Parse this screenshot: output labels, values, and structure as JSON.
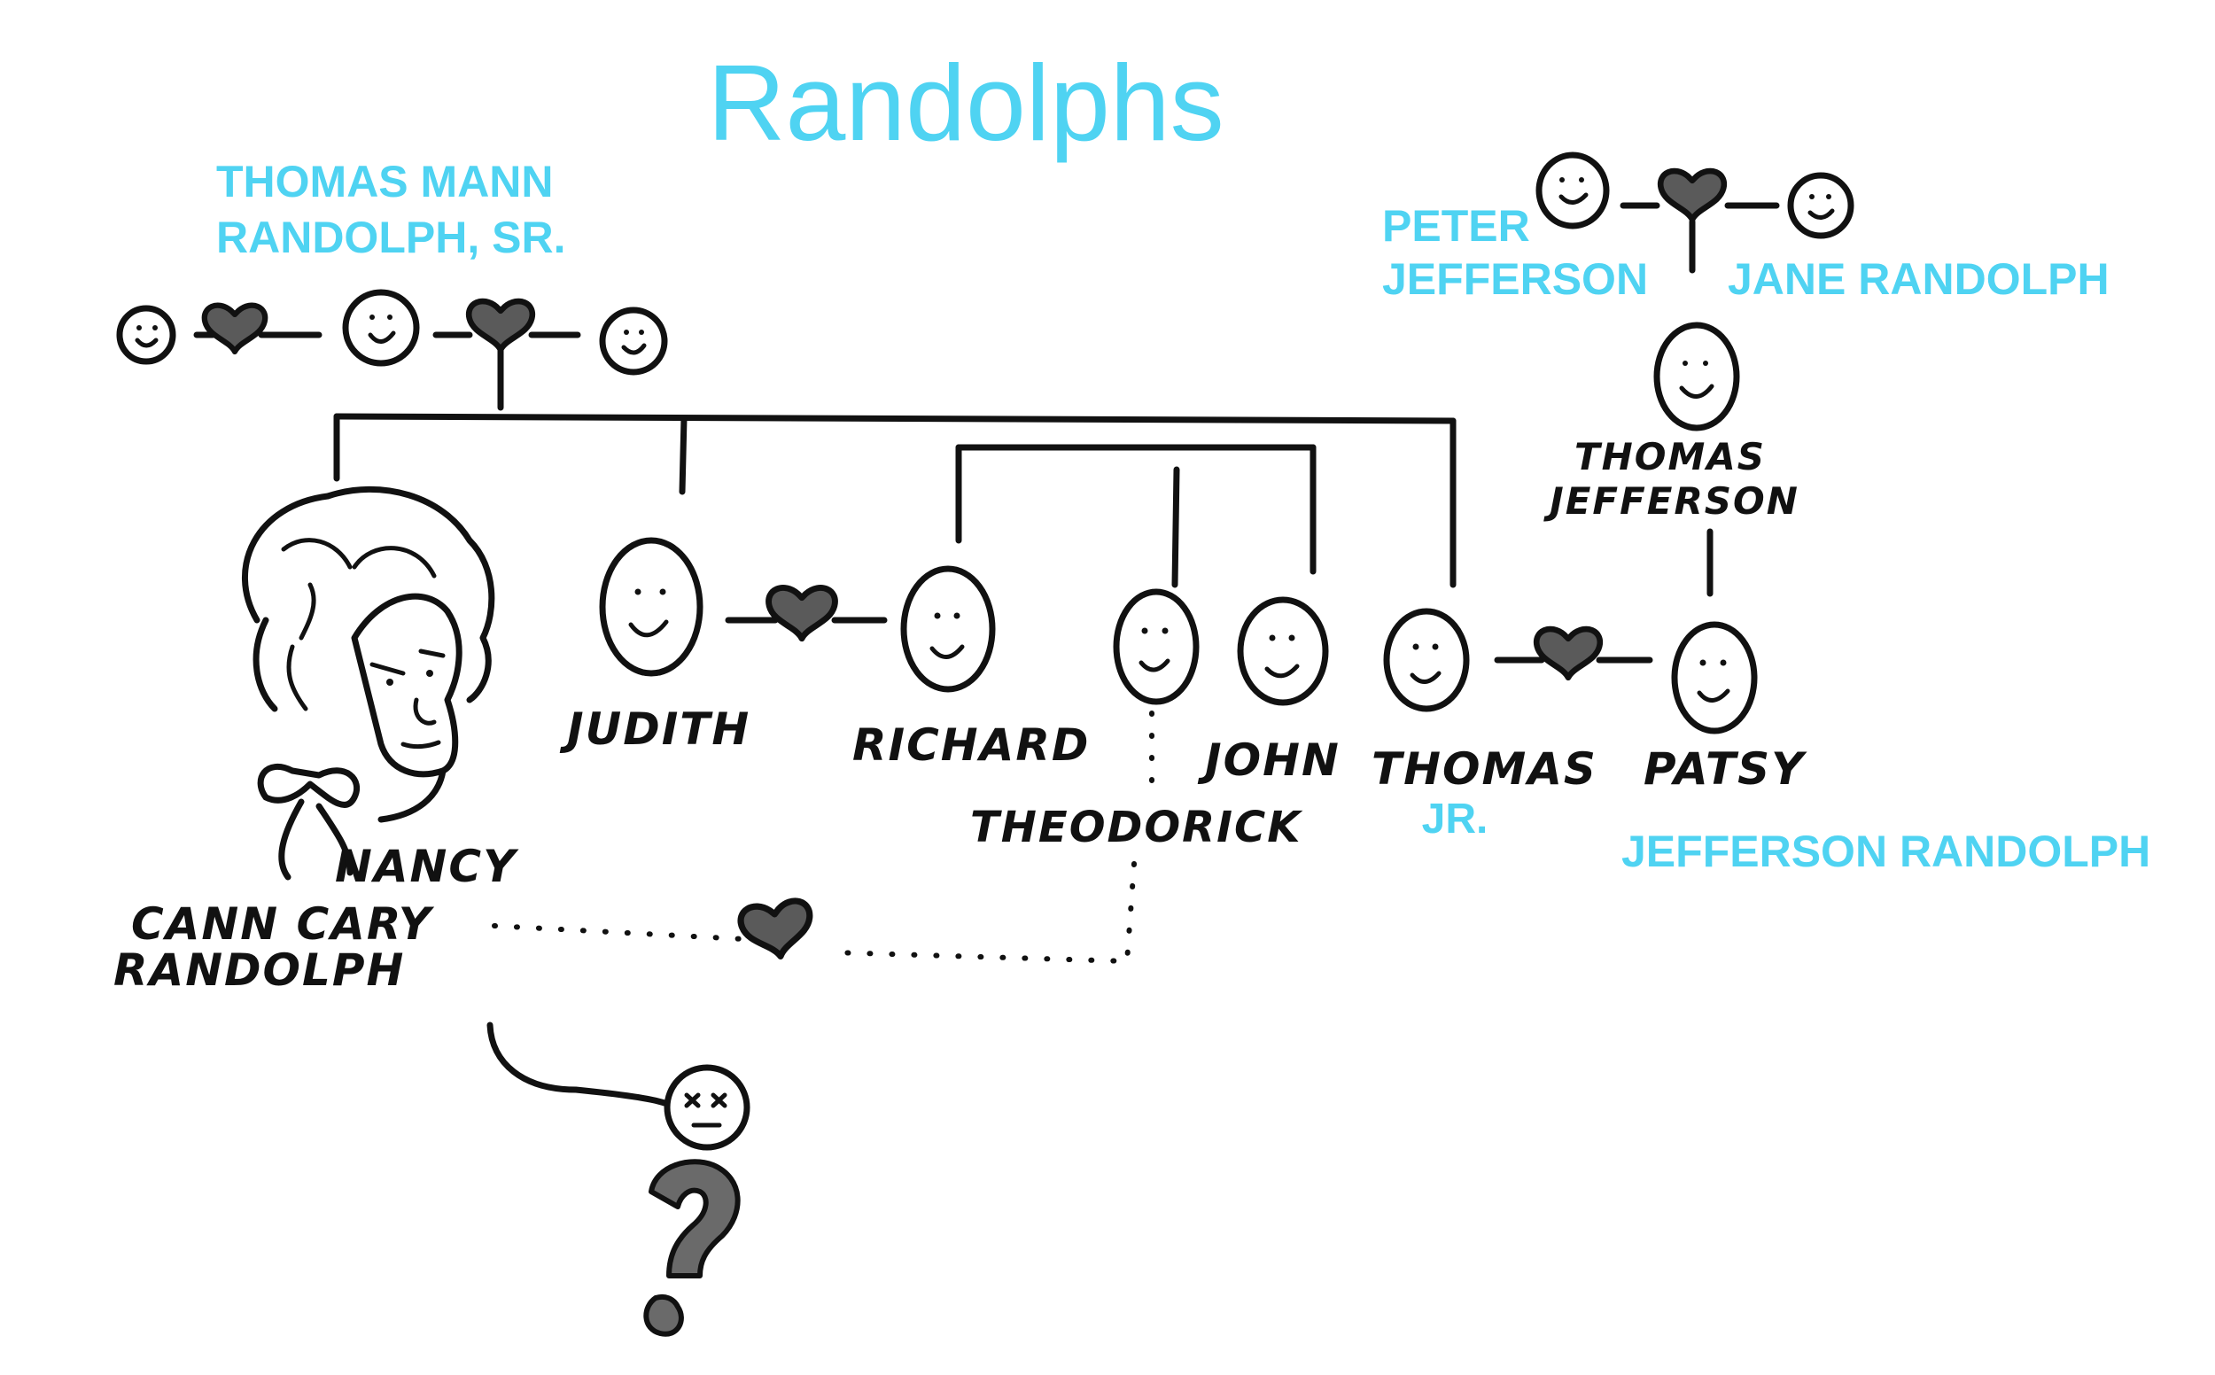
{
  "title": "Randolphs",
  "labels": {
    "thomas_mann_sr_line1": "THOMAS MANN",
    "thomas_mann_sr_line2": "RANDOLPH, SR.",
    "peter_line1": "PETER",
    "peter_line2": "JEFFERSON",
    "jane_randolph": "JANE RANDOLPH",
    "thomas_jefferson_line1": "THOMAS",
    "thomas_jefferson_line2": "JEFFERSON",
    "judith": "JUDITH",
    "richard": "RICHARD",
    "theodorick": "THEODORICK",
    "john": "JOHN",
    "thomas_jr_line1": "THOMAS",
    "thomas_jr_line2": "JR.",
    "patsy": "PATSY",
    "jefferson_randolph": "JEFFERSON RANDOLPH",
    "nancy_line1": "NANCY",
    "nancy_line2": "CANN CARY",
    "nancy_line3": "RANDOLPH"
  },
  "colors": {
    "accent": "#4FD3F2",
    "ink": "#111111",
    "heart_fill": "#5a5a5a"
  }
}
